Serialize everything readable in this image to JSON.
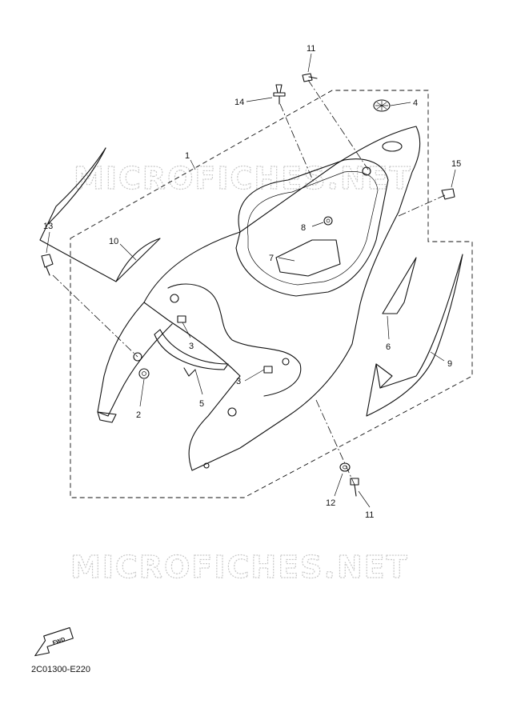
{
  "watermarks": [
    "MICROFICHES.NET",
    "MICROFICHES.NET"
  ],
  "callouts": [
    "1",
    "2",
    "3",
    "3",
    "4",
    "5",
    "6",
    "7",
    "8",
    "9",
    "10",
    "11",
    "11",
    "12",
    "13",
    "14",
    "15"
  ],
  "fwd_label": "FWD",
  "diagram_code": "2C01300-E220"
}
